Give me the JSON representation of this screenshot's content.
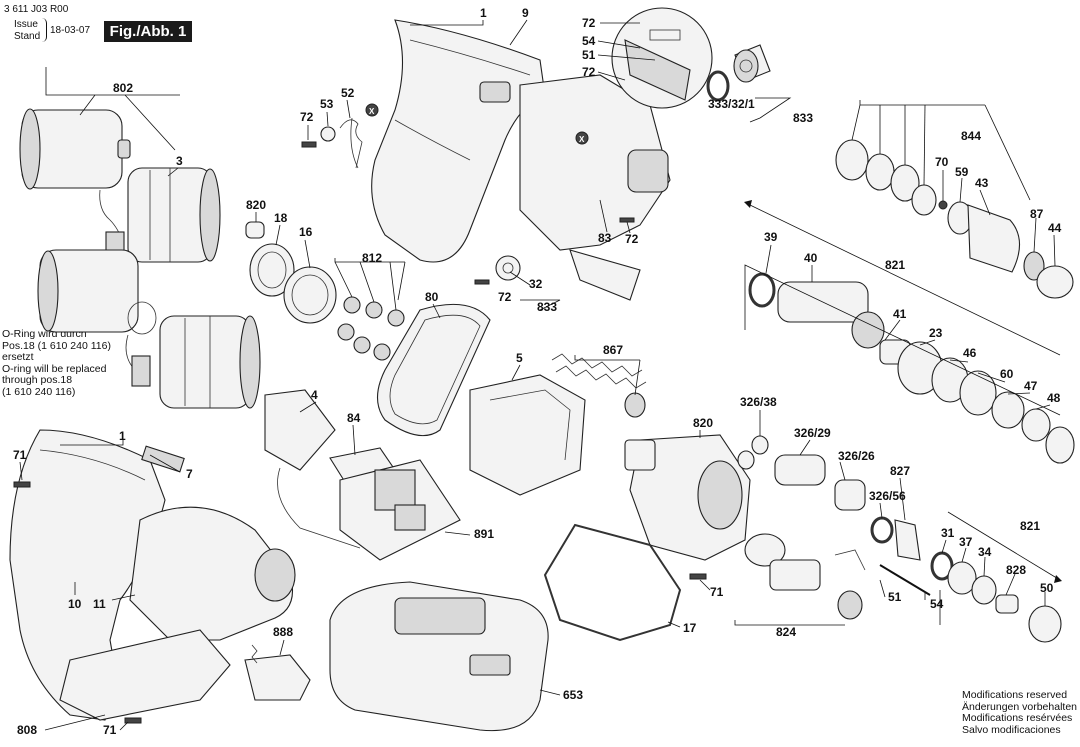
{
  "header": {
    "doc_number": "3 611 J03 R00",
    "issue_label_line1": "Issue",
    "issue_label_line2": "Stand",
    "issue_date": "18-03-07",
    "figure_label": "Fig./Abb. 1"
  },
  "notes": {
    "oring_lines": [
      "O-Ring wird durch",
      "Pos.18 (1 610 240 116)",
      "ersetzt",
      "O-ring will be replaced",
      "through pos.18",
      "(1 610 240 116)"
    ],
    "modifications_lines": [
      "Modifications reserved",
      "Änderungen vorbehalten",
      "Modifications resérvées",
      "Salvo modificaciones"
    ]
  },
  "labels": [
    {
      "id": "p1-top",
      "text": "1"
    },
    {
      "id": "p9",
      "text": "9"
    },
    {
      "id": "p72-a",
      "text": "72"
    },
    {
      "id": "p54-top",
      "text": "54"
    },
    {
      "id": "p51-top",
      "text": "51"
    },
    {
      "id": "p72-b",
      "text": "72"
    },
    {
      "id": "p333",
      "text": "333/32/1"
    },
    {
      "id": "p833-a",
      "text": "833"
    },
    {
      "id": "p802",
      "text": "802"
    },
    {
      "id": "p3",
      "text": "3"
    },
    {
      "id": "p52",
      "text": "52"
    },
    {
      "id": "p53",
      "text": "53"
    },
    {
      "id": "p72-c",
      "text": "72"
    },
    {
      "id": "p820-a",
      "text": "820"
    },
    {
      "id": "p18",
      "text": "18"
    },
    {
      "id": "p16",
      "text": "16"
    },
    {
      "id": "p812",
      "text": "812"
    },
    {
      "id": "p83",
      "text": "83"
    },
    {
      "id": "p72-d",
      "text": "72"
    },
    {
      "id": "p32",
      "text": "32"
    },
    {
      "id": "p72-e",
      "text": "72"
    },
    {
      "id": "p833-b",
      "text": "833"
    },
    {
      "id": "p80",
      "text": "80"
    },
    {
      "id": "p844",
      "text": "844"
    },
    {
      "id": "p70",
      "text": "70"
    },
    {
      "id": "p59",
      "text": "59"
    },
    {
      "id": "p43",
      "text": "43"
    },
    {
      "id": "p87",
      "text": "87"
    },
    {
      "id": "p44",
      "text": "44"
    },
    {
      "id": "p39",
      "text": "39"
    },
    {
      "id": "p40",
      "text": "40"
    },
    {
      "id": "p821-a",
      "text": "821"
    },
    {
      "id": "p41",
      "text": "41"
    },
    {
      "id": "p23",
      "text": "23"
    },
    {
      "id": "p46",
      "text": "46"
    },
    {
      "id": "p60",
      "text": "60"
    },
    {
      "id": "p47",
      "text": "47"
    },
    {
      "id": "p48",
      "text": "48"
    },
    {
      "id": "p5",
      "text": "5"
    },
    {
      "id": "p867",
      "text": "867"
    },
    {
      "id": "p4",
      "text": "4"
    },
    {
      "id": "p84",
      "text": "84"
    },
    {
      "id": "p1-bottom",
      "text": "1"
    },
    {
      "id": "p71-a",
      "text": "71"
    },
    {
      "id": "p7",
      "text": "7"
    },
    {
      "id": "p326-38",
      "text": "326/38"
    },
    {
      "id": "p326-29",
      "text": "326/29"
    },
    {
      "id": "p326-26",
      "text": "326/26"
    },
    {
      "id": "p820-b",
      "text": "820"
    },
    {
      "id": "p827",
      "text": "827"
    },
    {
      "id": "p326-56",
      "text": "326/56"
    },
    {
      "id": "p891",
      "text": "891"
    },
    {
      "id": "p10",
      "text": "10"
    },
    {
      "id": "p11",
      "text": "11"
    },
    {
      "id": "p71-b",
      "text": "71"
    },
    {
      "id": "p17",
      "text": "17"
    },
    {
      "id": "p51-bottom",
      "text": "51"
    },
    {
      "id": "p54-bottom",
      "text": "54"
    },
    {
      "id": "p31",
      "text": "31"
    },
    {
      "id": "p37",
      "text": "37"
    },
    {
      "id": "p34",
      "text": "34"
    },
    {
      "id": "p821-b",
      "text": "821"
    },
    {
      "id": "p828",
      "text": "828"
    },
    {
      "id": "p50",
      "text": "50"
    },
    {
      "id": "p888",
      "text": "888"
    },
    {
      "id": "p824",
      "text": "824"
    },
    {
      "id": "p653",
      "text": "653"
    },
    {
      "id": "p808",
      "text": "808"
    },
    {
      "id": "p71-c",
      "text": "71"
    }
  ],
  "markers": {
    "x_marker": "X"
  }
}
